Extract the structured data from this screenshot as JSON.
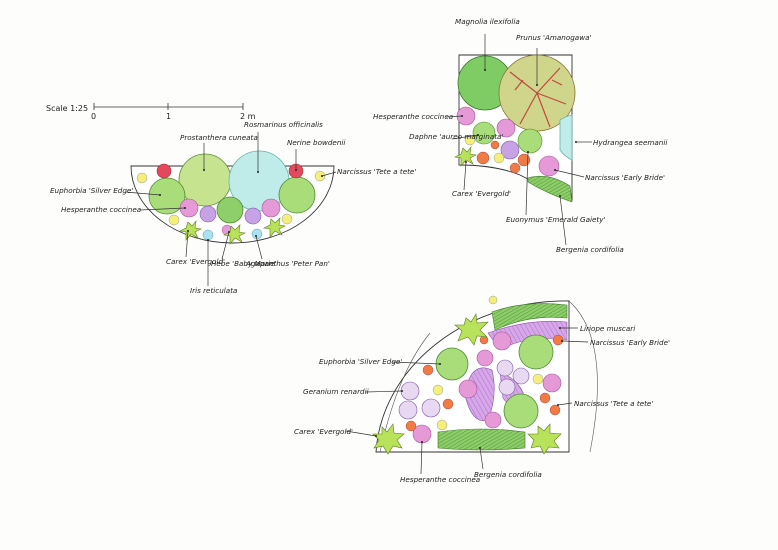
{
  "scale": {
    "title": "Scale 1:25",
    "ticks": [
      "0",
      "1",
      "2 m"
    ]
  },
  "colors": {
    "paper": "#fdfdfb",
    "pink": "#e59ad7",
    "green": "#9ed37a",
    "lightgreen": "#c8e6a8",
    "cyan": "#bfece9",
    "yellowgreen": "#b8e25a",
    "red": "#e2495c",
    "orange": "#f07b45",
    "yellow": "#f4ef7a",
    "violet": "#c7a3e6",
    "lilac": "#e9d8f2",
    "bergenia": "#86c660"
  },
  "bed1": {
    "labels": {
      "prostanthera": "Prostanthera cuneata",
      "rosmarinus": "Rosmarinus officinalis",
      "nerine": "Nerine bowdenii",
      "narcissus": "Narcissus 'Tete a tete'",
      "euphorbia": "Euphorbia 'Silver Edge'",
      "hesperantha": "Hesperanthe coccinea",
      "carex": "Carex 'Evergold'",
      "hebe": "Hebe 'Baby Marie'",
      "agapanthus": "Agapanthus 'Peter Pan'",
      "iris": "Iris reticulata"
    }
  },
  "bed2": {
    "labels": {
      "magnolia": "Magnolia ilexifolia",
      "prunus": "Prunus 'Amanogawa'",
      "hesperantha": "Hesperanthe coccinea",
      "daphne": "Daphne 'aureo marginata'",
      "hydrangea": "Hydrangea seemanii",
      "narcissus": "Narcissus 'Early Bride'",
      "carex": "Carex 'Evergold'",
      "euonymus": "Euonymus 'Emerald Gaiety'",
      "bergenia": "Bergenia cordifolia"
    }
  },
  "bed3": {
    "labels": {
      "liriope": "Liriope muscari",
      "narcissus_eb": "Narcissus 'Early Bride'",
      "euphorbia": "Euphorbia 'Silver Edge'",
      "geranium": "Geranium renardii",
      "narcissus_tt": "Narcissus 'Tete a tete'",
      "carex": "Carex 'Evergold'",
      "hesperantha": "Hesperanthe coccinea",
      "bergenia": "Bergenia cordifolia"
    }
  }
}
